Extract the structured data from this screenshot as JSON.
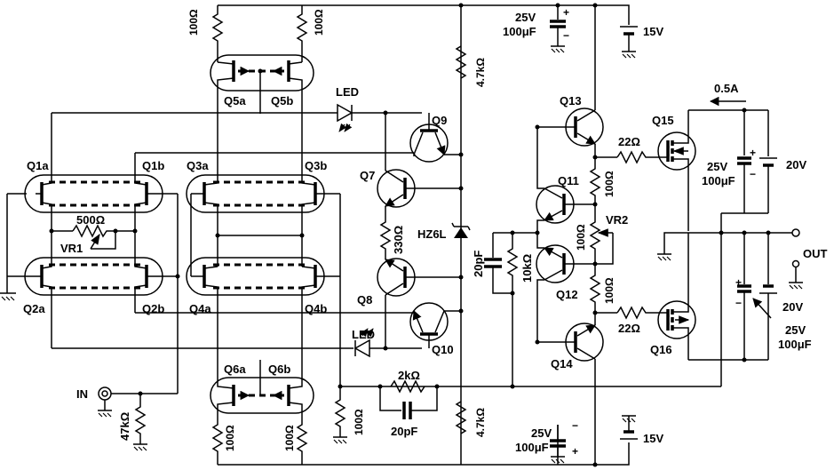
{
  "labels": {
    "r_q5a": "100Ω",
    "r_q5b": "100Ω",
    "r_q6a": "100Ω",
    "r_q6b": "100Ω",
    "q5a": "Q5a",
    "q5b": "Q5b",
    "q6a": "Q6a",
    "q6b": "Q6b",
    "led_top": "LED",
    "led_bottom": "LED",
    "q1a": "Q1a",
    "q1b": "Q1b",
    "q2a": "Q2a",
    "q2b": "Q2b",
    "q3a": "Q3a",
    "q3b": "Q3b",
    "q4a": "Q4a",
    "q4b": "Q4b",
    "r500": "500Ω",
    "vr1": "VR1",
    "q7": "Q7",
    "q8": "Q8",
    "q9": "Q9",
    "q10": "Q10",
    "r330": "330Ω",
    "r4k7_top": "4.7kΩ",
    "r4k7_bot": "4.7kΩ",
    "hz6l": "HZ6L",
    "c_top_v": "25V",
    "c_top_uf": "100μF",
    "batt_top": "15V",
    "batt_bot": "15V",
    "c_bot_v": "25V",
    "c_bot_uf": "100μF",
    "c20p_v": "20pF",
    "r10k": "10kΩ",
    "q11": "Q11",
    "q12": "Q12",
    "q13": "Q13",
    "q14": "Q14",
    "r100_q11": "100Ω",
    "vr2_r": "100Ω",
    "vr2": "VR2",
    "r100_q12": "100Ω",
    "r22_top": "22Ω",
    "r22_bot": "22Ω",
    "q15": "Q15",
    "q16": "Q16",
    "current": "0.5A",
    "c_q15_v": "25V",
    "c_q15_uf": "100μF",
    "batt_20_top": "20V",
    "batt_20_bot": "20V",
    "c_q16_v": "25V",
    "c_q16_uf": "100μF",
    "out": "OUT",
    "in": "IN",
    "r47k": "47kΩ",
    "r100_fb": "100Ω",
    "r2k": "2kΩ",
    "c20p_fb": "20pF"
  }
}
